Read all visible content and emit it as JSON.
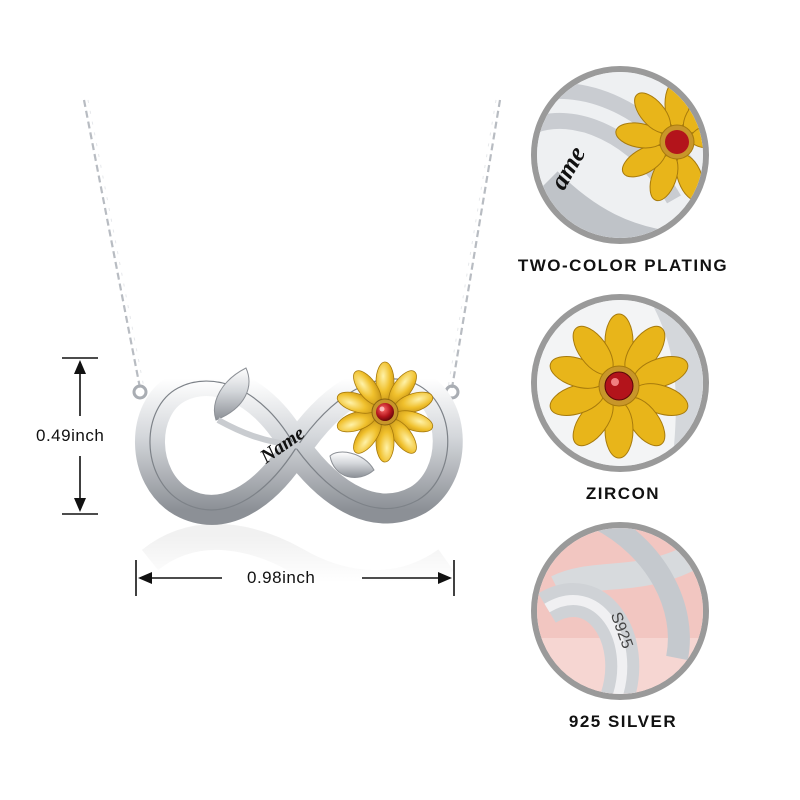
{
  "product": {
    "engraving": "Name"
  },
  "dimensions": {
    "height_label": "0.49inch",
    "width_label": "0.98inch"
  },
  "features": [
    {
      "label": "TWO-COLOR PLATING",
      "icon": "engraved-name-closeup",
      "detail_text": "ame"
    },
    {
      "label": "ZIRCON",
      "icon": "sunflower-zircon-closeup"
    },
    {
      "label": "925 SILVER",
      "icon": "silver-stamp-closeup",
      "detail_text": "S925"
    }
  ],
  "colors": {
    "silver": "#d9dbde",
    "gold": "#e8b51a",
    "stone": "#b3141b",
    "circle_border": "#9a9a9a",
    "pink_background": "#f2c6c1"
  }
}
